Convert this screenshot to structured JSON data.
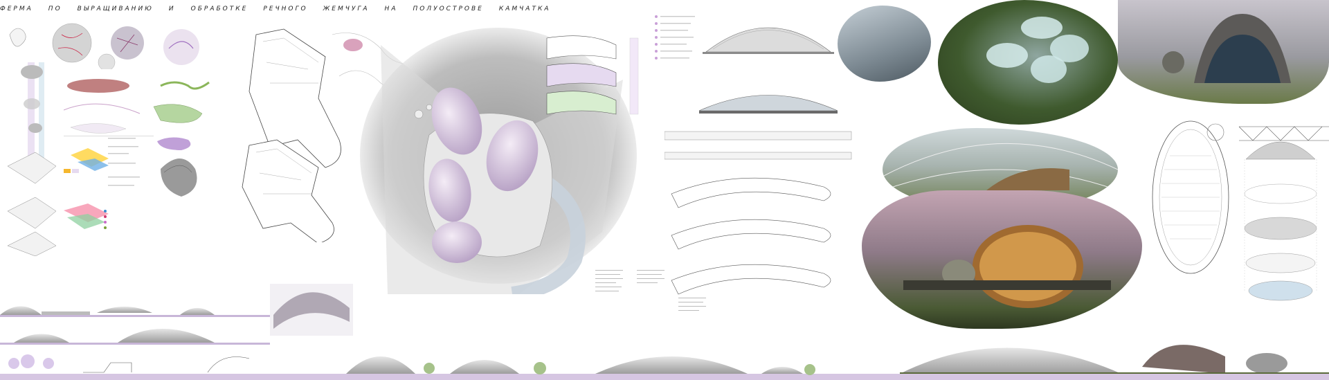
{
  "title": {
    "words": [
      "ферма",
      "по",
      "выращиванию",
      "и",
      "обработке",
      "речного",
      "жемчуга",
      "на",
      "полуострове",
      "камчатка"
    ]
  },
  "colors": {
    "accent": "#b79ad0",
    "accent_light": "#e6daf0",
    "ground": "#8a8a8a",
    "water": "#c8d2dc",
    "render_sky_dusk": "#b79aa8",
    "render_green": "#6a7f3e"
  },
  "icons": {
    "legend_bullet": "circle-bullet-icon"
  }
}
